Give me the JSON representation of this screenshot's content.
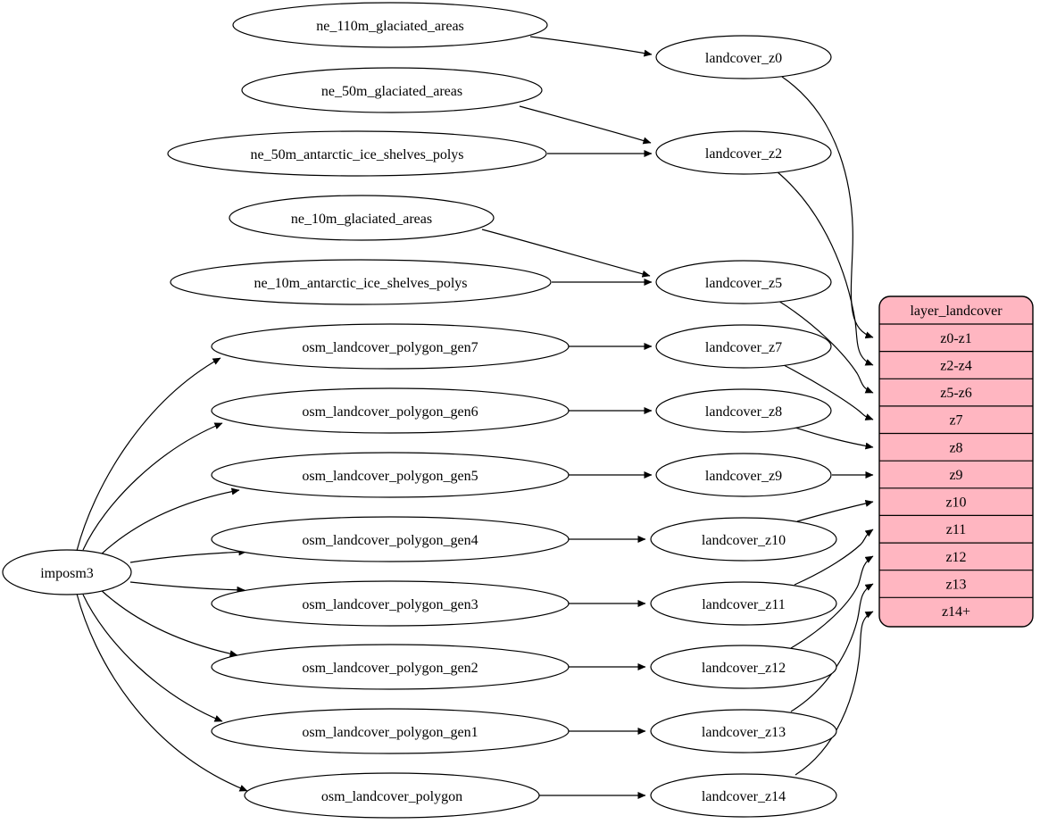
{
  "diagram_type": "graphviz-dependency-graph",
  "colors": {
    "table_fill": "#ffb6c1",
    "node_fill": "#ffffff",
    "stroke": "#000000",
    "background": "#ffffff"
  },
  "nodes": {
    "imposm3": "imposm3",
    "ne_110m_glaciated_areas": "ne_110m_glaciated_areas",
    "ne_50m_glaciated_areas": "ne_50m_glaciated_areas",
    "ne_50m_antarctic_ice_shelves_polys": "ne_50m_antarctic_ice_shelves_polys",
    "ne_10m_glaciated_areas": "ne_10m_glaciated_areas",
    "ne_10m_antarctic_ice_shelves_polys": "ne_10m_antarctic_ice_shelves_polys",
    "osm_landcover_polygon_gen7": "osm_landcover_polygon_gen7",
    "osm_landcover_polygon_gen6": "osm_landcover_polygon_gen6",
    "osm_landcover_polygon_gen5": "osm_landcover_polygon_gen5",
    "osm_landcover_polygon_gen4": "osm_landcover_polygon_gen4",
    "osm_landcover_polygon_gen3": "osm_landcover_polygon_gen3",
    "osm_landcover_polygon_gen2": "osm_landcover_polygon_gen2",
    "osm_landcover_polygon_gen1": "osm_landcover_polygon_gen1",
    "osm_landcover_polygon": "osm_landcover_polygon",
    "landcover_z0": "landcover_z0",
    "landcover_z2": "landcover_z2",
    "landcover_z5": "landcover_z5",
    "landcover_z7": "landcover_z7",
    "landcover_z8": "landcover_z8",
    "landcover_z9": "landcover_z9",
    "landcover_z10": "landcover_z10",
    "landcover_z11": "landcover_z11",
    "landcover_z12": "landcover_z12",
    "landcover_z13": "landcover_z13",
    "landcover_z14": "landcover_z14"
  },
  "table": {
    "title": "layer_landcover",
    "rows": [
      "z0-z1",
      "z2-z4",
      "z5-z6",
      "z7",
      "z8",
      "z9",
      "z10",
      "z11",
      "z12",
      "z13",
      "z14+"
    ]
  },
  "edges": [
    {
      "from": "ne_110m_glaciated_areas",
      "to": "landcover_z0"
    },
    {
      "from": "ne_50m_glaciated_areas",
      "to": "landcover_z2"
    },
    {
      "from": "ne_50m_antarctic_ice_shelves_polys",
      "to": "landcover_z2"
    },
    {
      "from": "ne_10m_glaciated_areas",
      "to": "landcover_z5"
    },
    {
      "from": "ne_10m_antarctic_ice_shelves_polys",
      "to": "landcover_z5"
    },
    {
      "from": "imposm3",
      "to": "osm_landcover_polygon_gen7"
    },
    {
      "from": "imposm3",
      "to": "osm_landcover_polygon_gen6"
    },
    {
      "from": "imposm3",
      "to": "osm_landcover_polygon_gen5"
    },
    {
      "from": "imposm3",
      "to": "osm_landcover_polygon_gen4"
    },
    {
      "from": "imposm3",
      "to": "osm_landcover_polygon_gen3"
    },
    {
      "from": "imposm3",
      "to": "osm_landcover_polygon_gen2"
    },
    {
      "from": "imposm3",
      "to": "osm_landcover_polygon_gen1"
    },
    {
      "from": "imposm3",
      "to": "osm_landcover_polygon"
    },
    {
      "from": "osm_landcover_polygon_gen7",
      "to": "landcover_z7"
    },
    {
      "from": "osm_landcover_polygon_gen6",
      "to": "landcover_z8"
    },
    {
      "from": "osm_landcover_polygon_gen5",
      "to": "landcover_z9"
    },
    {
      "from": "osm_landcover_polygon_gen4",
      "to": "landcover_z10"
    },
    {
      "from": "osm_landcover_polygon_gen3",
      "to": "landcover_z11"
    },
    {
      "from": "osm_landcover_polygon_gen2",
      "to": "landcover_z12"
    },
    {
      "from": "osm_landcover_polygon_gen1",
      "to": "landcover_z13"
    },
    {
      "from": "osm_landcover_polygon",
      "to": "landcover_z14"
    },
    {
      "from": "landcover_z0",
      "to": "layer_landcover:z0-z1"
    },
    {
      "from": "landcover_z2",
      "to": "layer_landcover:z2-z4"
    },
    {
      "from": "landcover_z5",
      "to": "layer_landcover:z5-z6"
    },
    {
      "from": "landcover_z7",
      "to": "layer_landcover:z7"
    },
    {
      "from": "landcover_z8",
      "to": "layer_landcover:z8"
    },
    {
      "from": "landcover_z9",
      "to": "layer_landcover:z9"
    },
    {
      "from": "landcover_z10",
      "to": "layer_landcover:z10"
    },
    {
      "from": "landcover_z11",
      "to": "layer_landcover:z11"
    },
    {
      "from": "landcover_z12",
      "to": "layer_landcover:z12"
    },
    {
      "from": "landcover_z13",
      "to": "layer_landcover:z13"
    },
    {
      "from": "landcover_z14",
      "to": "layer_landcover:z14+"
    }
  ]
}
